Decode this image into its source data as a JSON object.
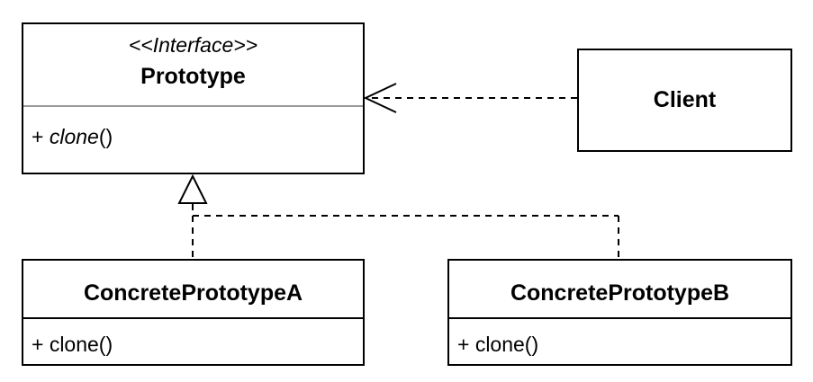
{
  "prototype": {
    "stereotype": "<<Interface>>",
    "name": "Prototype",
    "member_prefix": "+ ",
    "member_method": "clone",
    "member_suffix": "()"
  },
  "client": {
    "name": "Client"
  },
  "concrete_a": {
    "name": "ConcretePrototypeA",
    "member": "+ clone()"
  },
  "concrete_b": {
    "name": "ConcretePrototypeB",
    "member": "+ clone()"
  },
  "relations": [
    {
      "from": "Client",
      "to": "Prototype",
      "type": "dependency"
    },
    {
      "from": "ConcretePrototypeA",
      "to": "Prototype",
      "type": "realization"
    },
    {
      "from": "ConcretePrototypeB",
      "to": "Prototype",
      "type": "realization"
    }
  ]
}
